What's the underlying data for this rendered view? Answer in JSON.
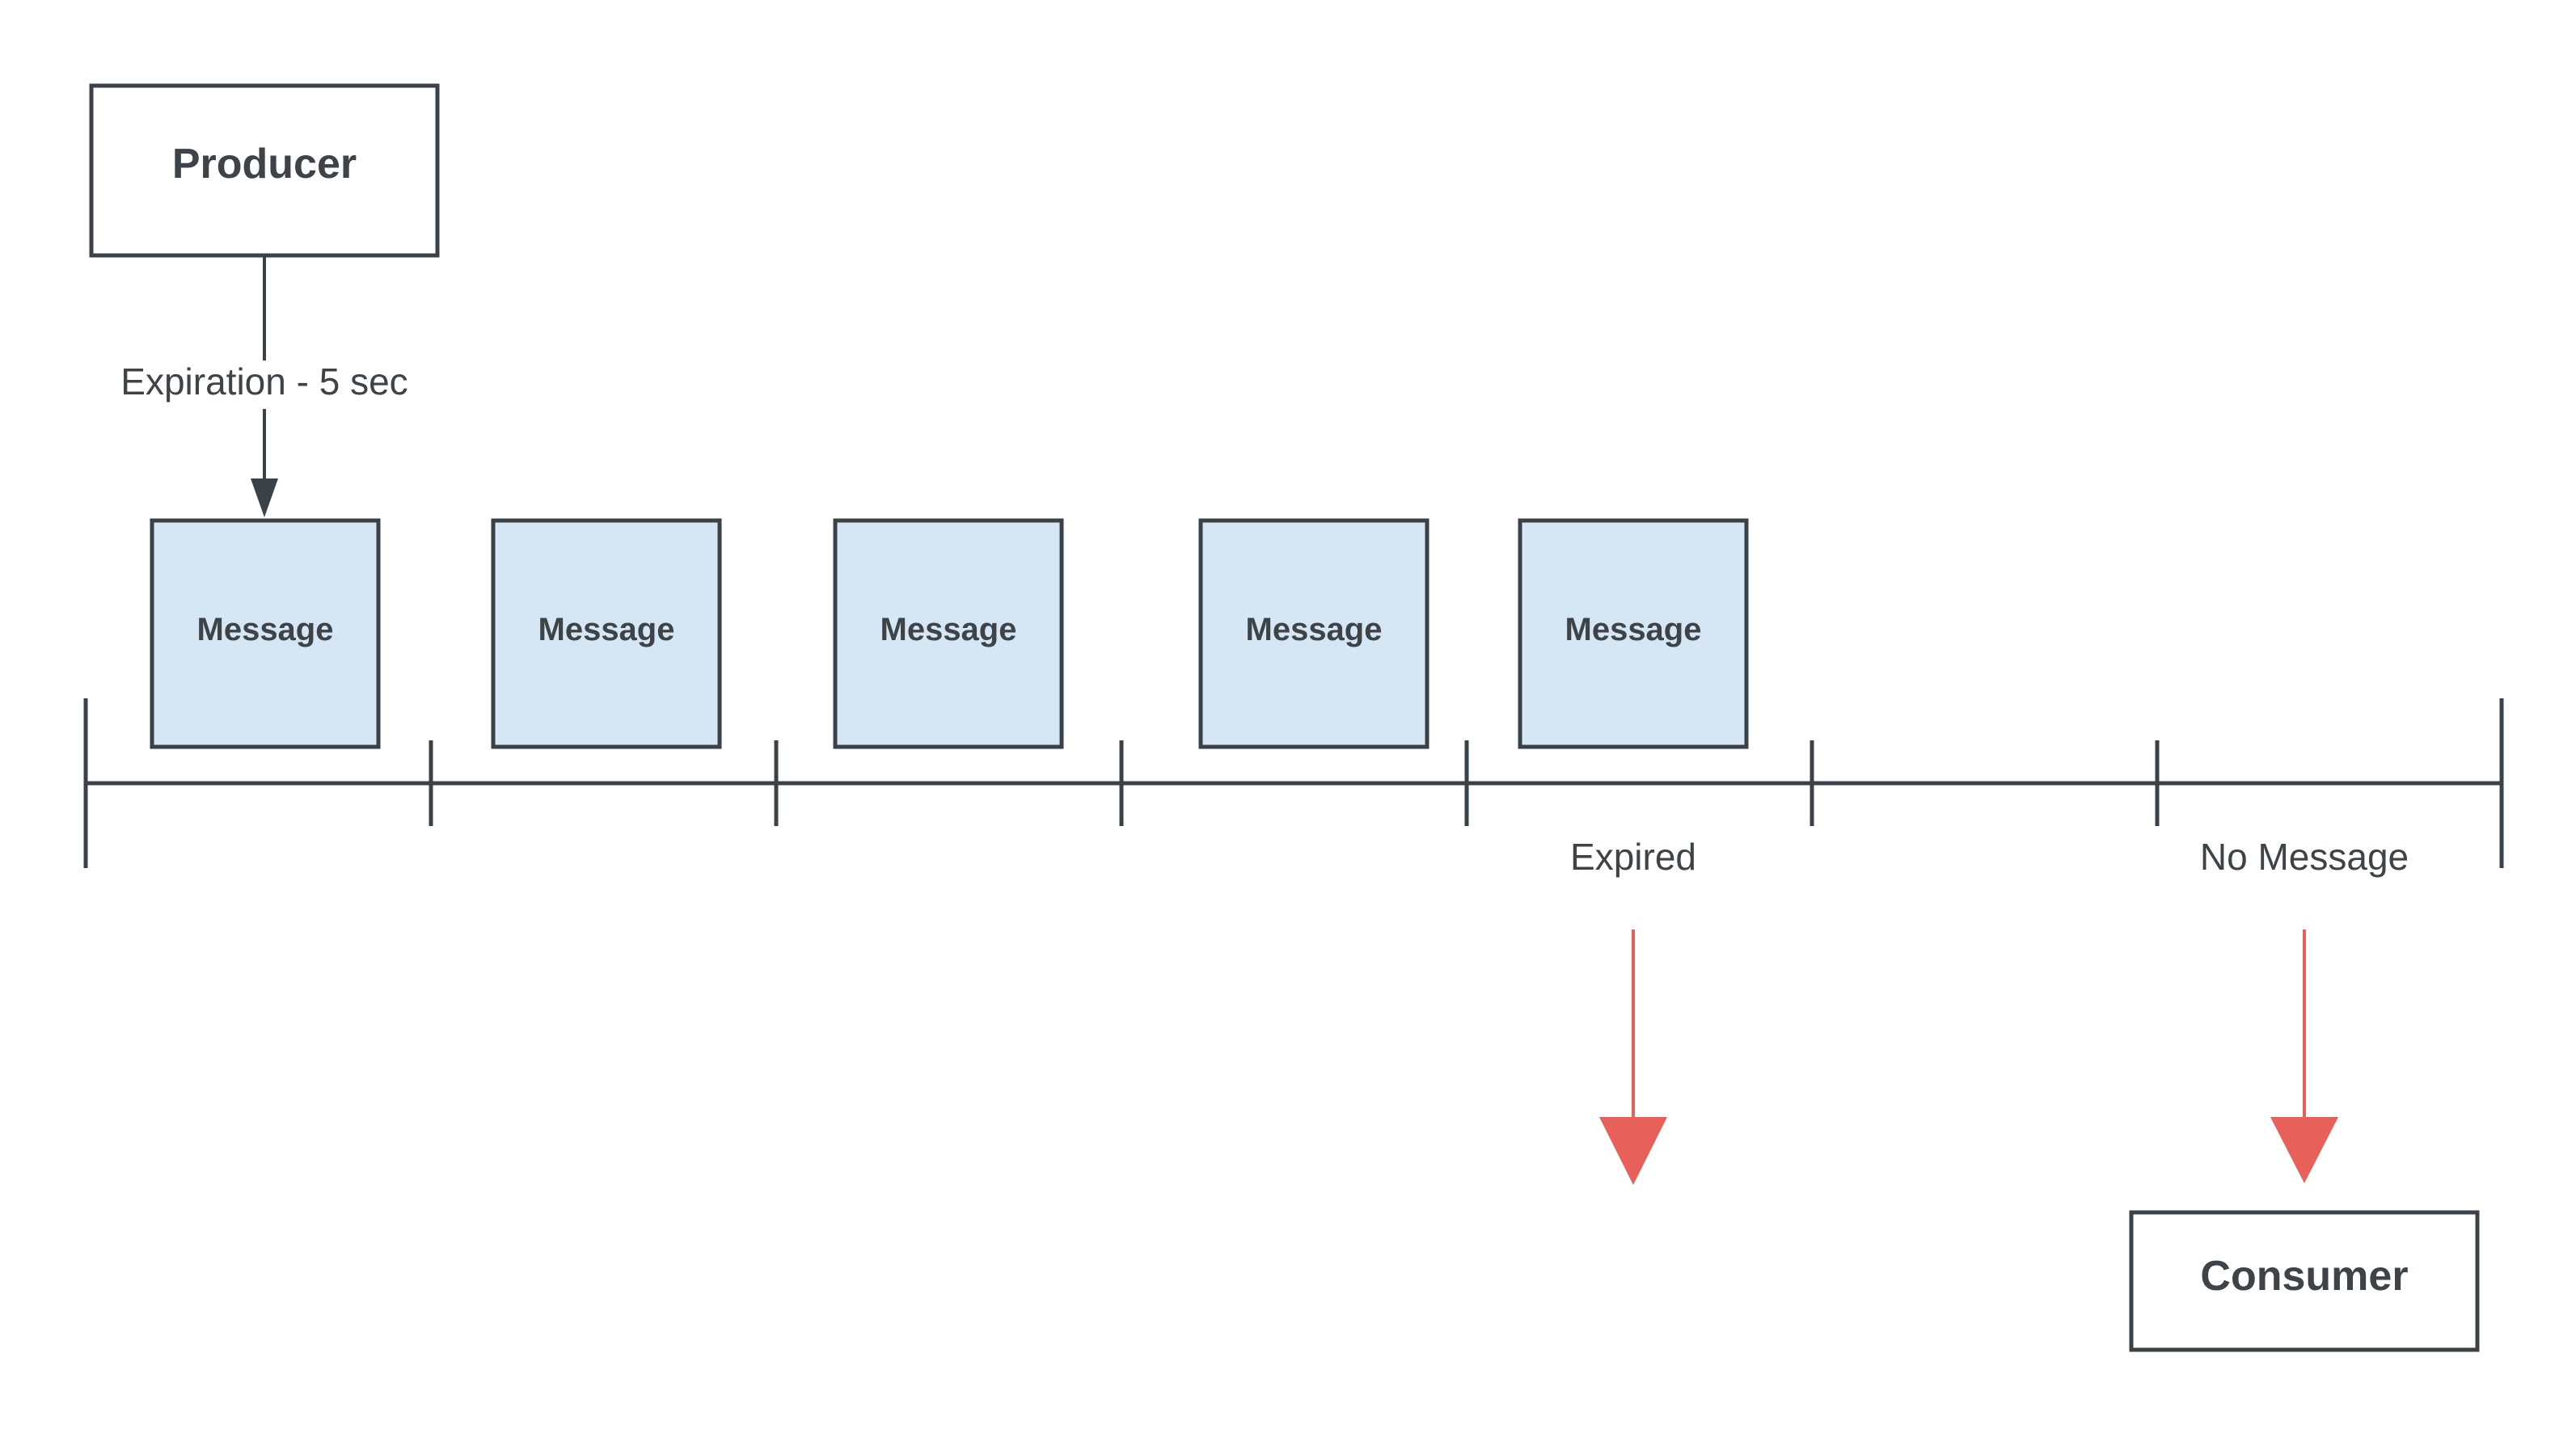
{
  "diagram": {
    "producer": {
      "label": "Producer"
    },
    "consumer": {
      "label": "Consumer"
    },
    "expiration_label": "Expiration - 5 sec",
    "messages": [
      {
        "label": "Message"
      },
      {
        "label": "Message"
      },
      {
        "label": "Message"
      },
      {
        "label": "Message"
      },
      {
        "label": "Message"
      }
    ],
    "expired_label": "Expired",
    "no_message_label": "No Message",
    "colors": {
      "stroke": "#3a4147",
      "message_fill": "#d5e7f4",
      "text": "#3e4347",
      "alert_arrow": "#e8605a"
    }
  }
}
